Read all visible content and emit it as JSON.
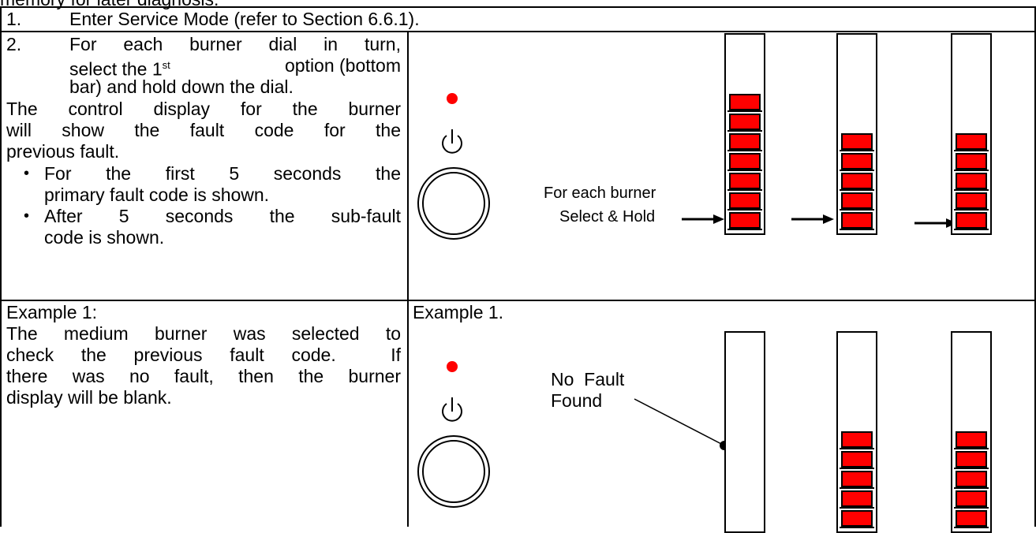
{
  "header_cut": "memory for later diagnosis.",
  "step1": {
    "number": "1.",
    "text": "Enter Service Mode (refer to Section 6.6.1)."
  },
  "step2": {
    "number": "2.",
    "line1": "For each burner dial in turn,",
    "line2a": "select the 1",
    "line2sup": "st",
    "line2b": " option (bottom",
    "line3": "bar) and hold down the dial.",
    "para1": "The control display for the burner",
    "para2": "will show the fault code for the",
    "para3": "previous fault.",
    "bullets": [
      {
        "line1": "For the first 5 seconds the",
        "line2": "primary fault code is shown."
      },
      {
        "line1": "After 5 seconds the sub-fault",
        "line2": "code is shown."
      }
    ]
  },
  "figure1": {
    "caption_line1": "For each burner",
    "caption_line2": "Select & Hold",
    "bar_levels": [
      7,
      5,
      5
    ],
    "bar_capacity": 13,
    "led_color": "#ff0000",
    "icons": [
      "led-indicator",
      "power-icon",
      "dial-knob",
      "arrow-right-icon"
    ]
  },
  "example1": {
    "left_title": "Example 1:",
    "left_line1": "The medium burner was selected to",
    "left_line2": "check the previous fault code.  If",
    "left_line3": "there was no fault, then the burner",
    "left_line4": "display will be blank.",
    "right_title": "Example 1.",
    "callout_line1": "No  Fault",
    "callout_line2": "Found",
    "bar_levels": [
      0,
      5,
      5
    ]
  }
}
